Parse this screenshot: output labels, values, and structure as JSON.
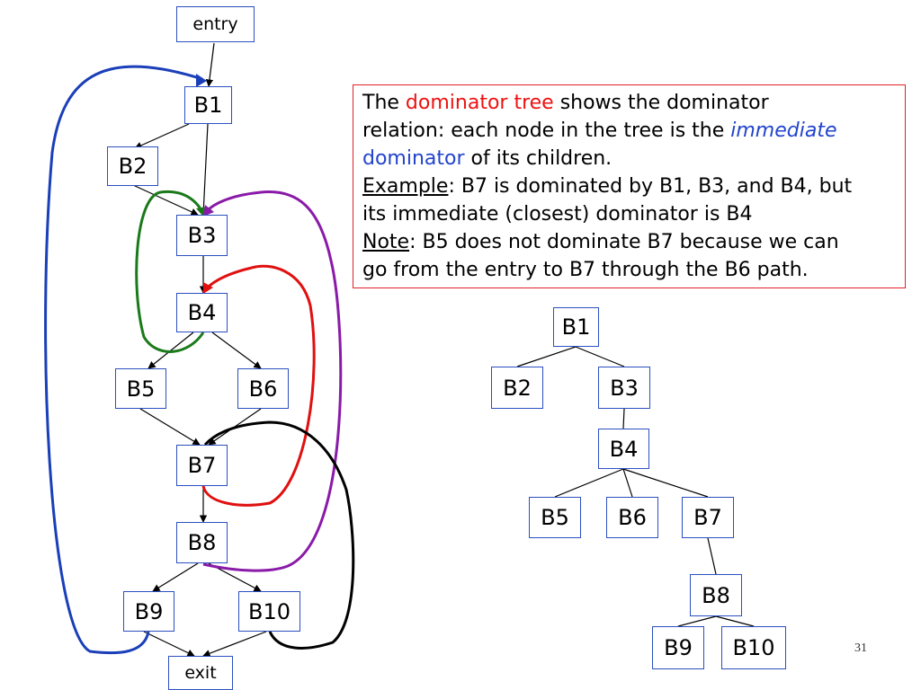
{
  "cfg": {
    "entry": "entry",
    "exit": "exit",
    "b1": "B1",
    "b2": "B2",
    "b3": "B3",
    "b4": "B4",
    "b5": "B5",
    "b6": "B6",
    "b7": "B7",
    "b8": "B8",
    "b9": "B9",
    "b10": "B10"
  },
  "tree": {
    "b1": "B1",
    "b2": "B2",
    "b3": "B3",
    "b4": "B4",
    "b5": "B5",
    "b6": "B6",
    "b7": "B7",
    "b8": "B8",
    "b9": "B9",
    "b10": "B10"
  },
  "explanation": {
    "the": "The ",
    "dominator_tree": "dominator tree",
    "line1_rest": " shows the dominator",
    "line2_start": "relation: each node in the tree is the ",
    "immediate": "immediate",
    "dominator": "dominator",
    "line3_rest": " of its children.",
    "example_label": "Example",
    "example_text": ": B7 is dominated by B1, B3, and B4, but",
    "example_text2": "its immediate (closest) dominator is B4",
    "note_label": "Note",
    "note_text": ": B5 does not dominate B7 because we can",
    "note_text2": "go from the entry to B7 through the B6 path."
  },
  "slide_number": "31",
  "colors": {
    "node_border": "#2b4fc0",
    "edge": "#000000",
    "back_edge_blue": "#1a3fb8",
    "back_edge_green": "#1a7a1a",
    "back_edge_purple": "#8a1aa8",
    "back_edge_red": "#e01010",
    "back_edge_black": "#000000",
    "text_highlight_red": "#ee1111",
    "text_highlight_blue": "#2244cc",
    "textbox_border": "#e0202a"
  }
}
